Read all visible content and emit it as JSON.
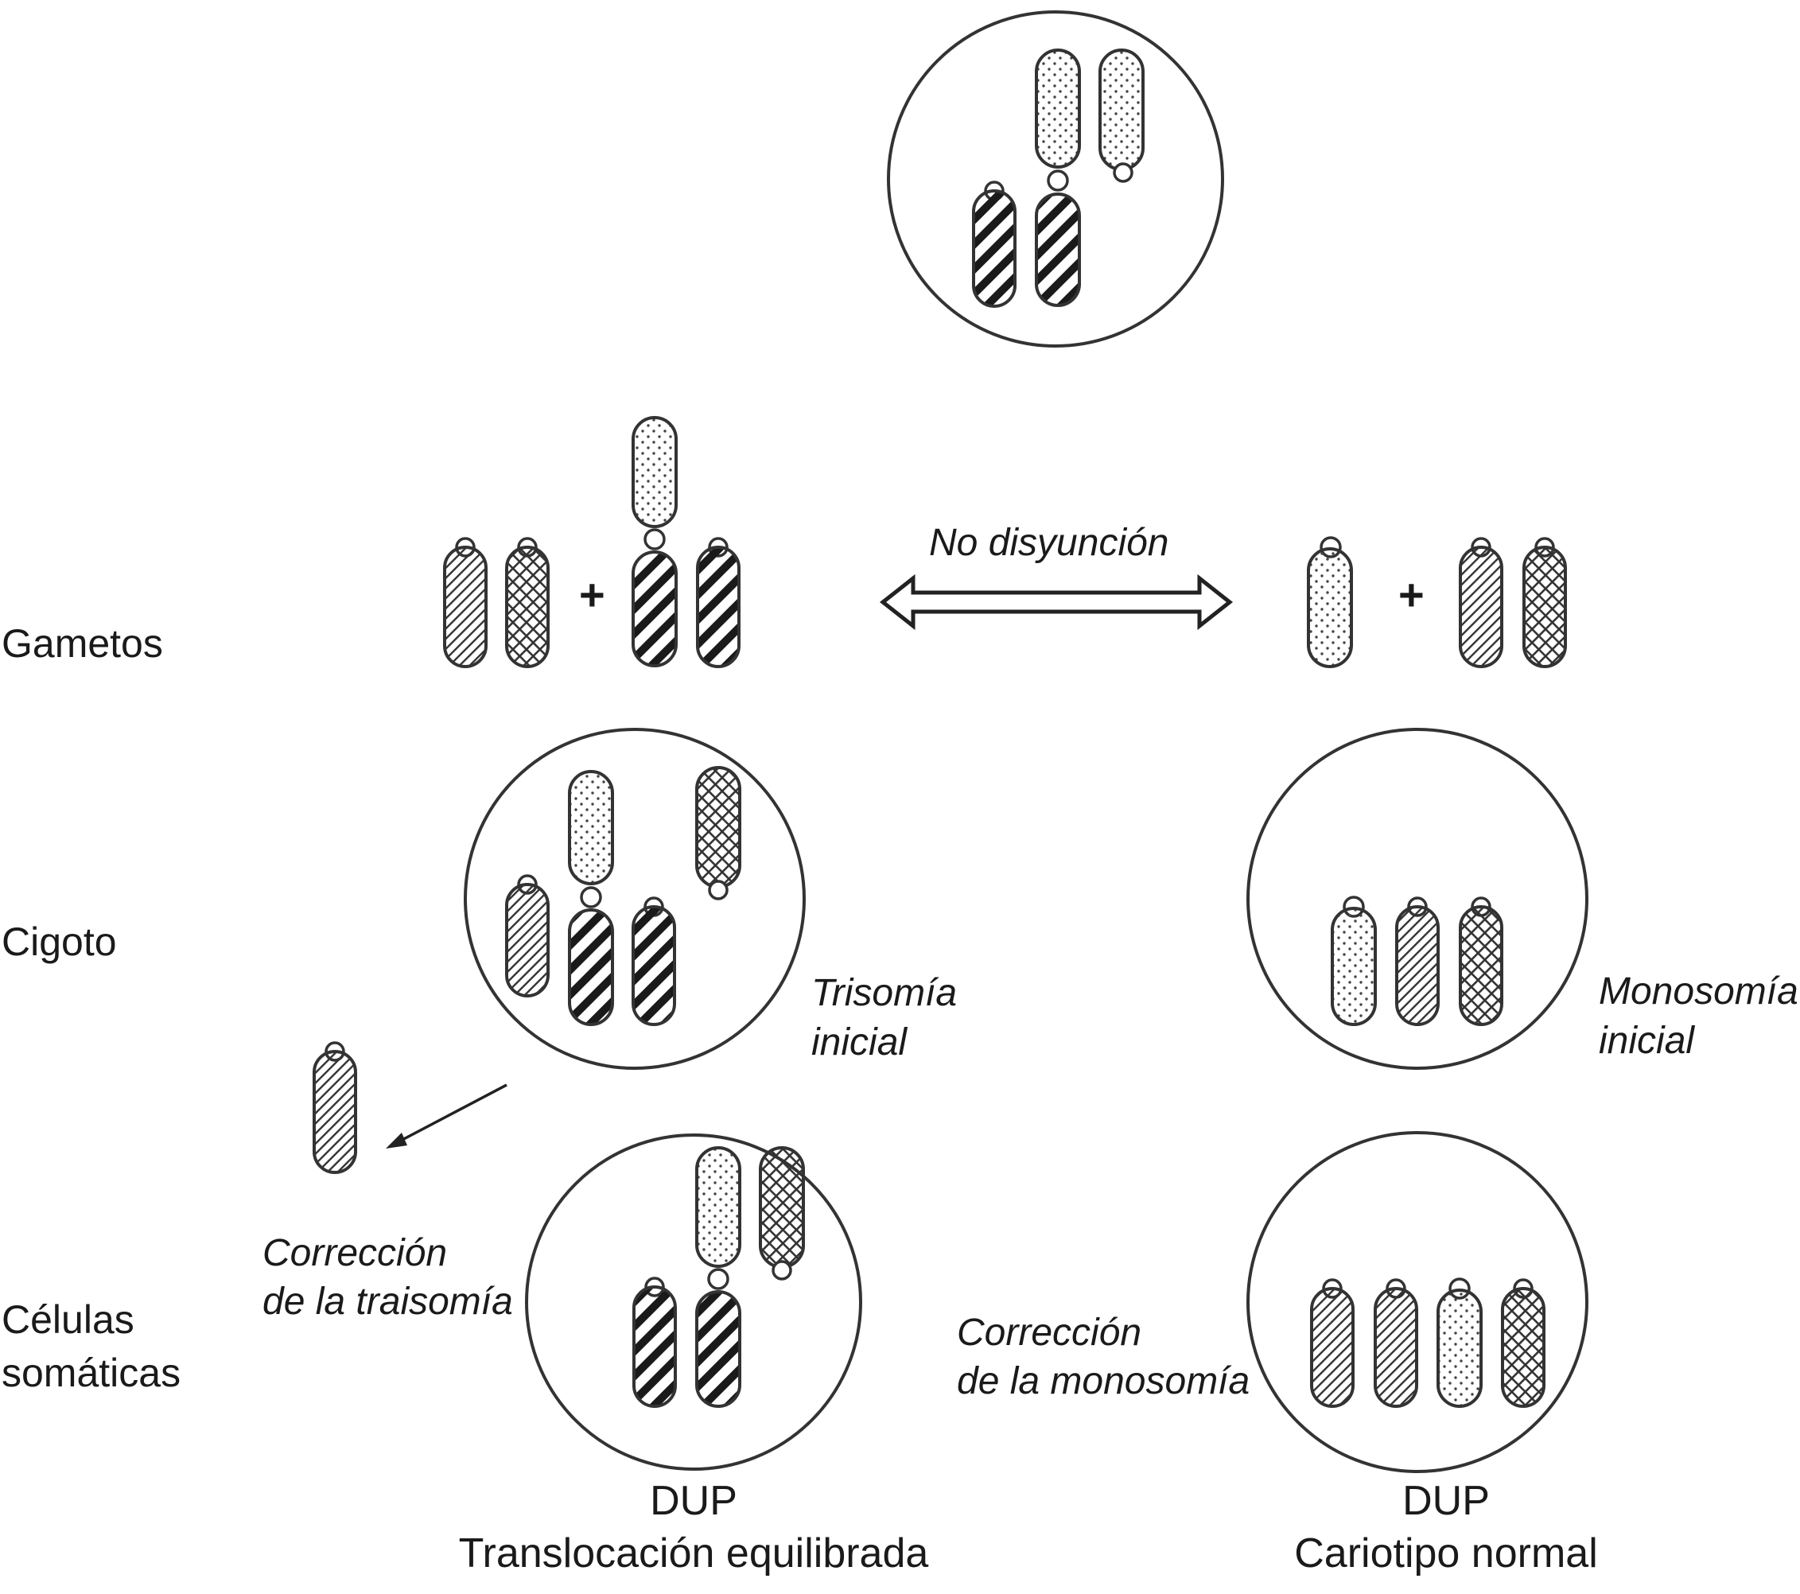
{
  "rows": {
    "gametes": "Gametos",
    "zygote": "Cigoto",
    "somatic": [
      "Células",
      "somáticas"
    ]
  },
  "plus_sign": "+",
  "arrow_label": "No disyunción",
  "annotations": {
    "trisomy": [
      "Trisomía",
      "inicial"
    ],
    "monosomy": [
      "Monosomía",
      "inicial"
    ],
    "trisomy_correction": [
      "Corrección",
      "de la traisomía"
    ],
    "monosomy_correction": [
      "Corrección",
      "de la monosomía"
    ]
  },
  "results": {
    "left": [
      "DUP",
      "Translocación equilibrada"
    ],
    "right": [
      "DUP",
      "Cariotipo normal"
    ]
  },
  "colors": {
    "stroke": "#333333",
    "background": "#ffffff"
  }
}
